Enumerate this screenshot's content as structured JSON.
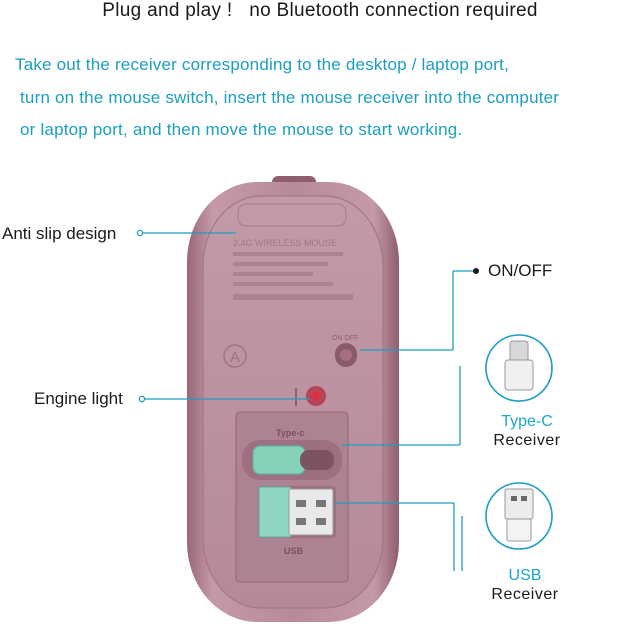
{
  "headline": "Plug and play !   no Bluetooth connection required",
  "instructions": [
    "Take out the receiver corresponding to the desktop / laptop port,",
    "turn on the mouse switch, insert the mouse receiver into the computer",
    "or laptop port, and then move the mouse to start working."
  ],
  "callouts": {
    "anti_slip": "Anti slip design",
    "on_off": "ON/OFF",
    "engine_light": "Engine light"
  },
  "mouse_label": {
    "line1": "2.4G WIRELESS MOUSE",
    "badge": "A",
    "switch_text": "ON OFF",
    "typec_slot": "Type-c",
    "usb_slot": "USB"
  },
  "receivers": [
    {
      "type": "Type-C",
      "word": "Receiver"
    },
    {
      "type": "USB",
      "word": "Receiver"
    }
  ],
  "colors": {
    "mouse_body": "#b17d8e",
    "accent_teal": "#1b9ec0",
    "receiver_teal": "#7fcfb8"
  }
}
